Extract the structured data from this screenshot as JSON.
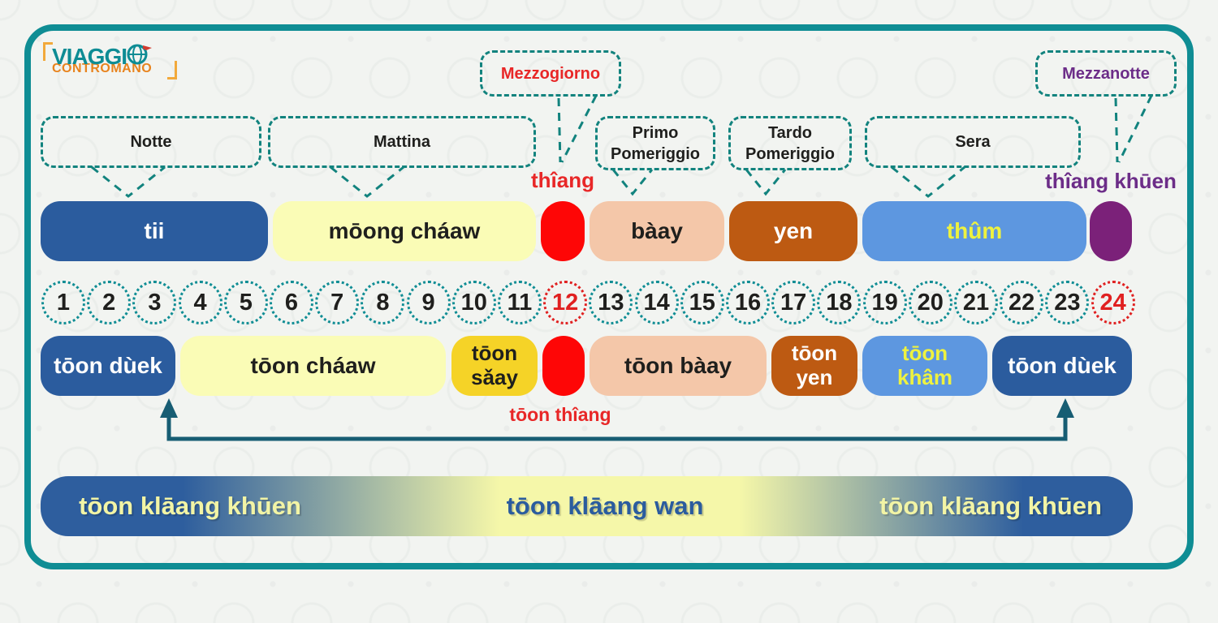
{
  "logo": {
    "top": "VIAGGI",
    "bottom": "CONTROMANO",
    "teal": "#0e8c94",
    "orange": "#e8831d"
  },
  "colors": {
    "frame_teal": "#0f8d94",
    "dash_teal": "#12837e",
    "arrow_teal": "#175d73",
    "dark_blue": "#2b5c9e",
    "pale_yellow": "#fafcb6",
    "red": "#fe0606",
    "peach": "#f4c7a9",
    "burnt_orange": "#bd5a12",
    "medium_blue": "#5d97e0",
    "bright_yellow_text": "#eef23f",
    "golden_yellow": "#f5d327",
    "purple": "#7b2179",
    "red_text": "#e82727",
    "purple_text": "#6c2d88",
    "ink": "#1f1f1d"
  },
  "italian_bubbles": [
    {
      "id": "notte",
      "text": "Notte"
    },
    {
      "id": "mattina",
      "text": "Mattina"
    },
    {
      "id": "mezzogiorno",
      "text": "Mezzogiorno",
      "color": "#e82727"
    },
    {
      "id": "primo-pomeriggio",
      "text": "Primo\nPomeriggio"
    },
    {
      "id": "tardo-pomeriggio",
      "text": "Tardo\nPomeriggio"
    },
    {
      "id": "sera",
      "text": "Sera"
    },
    {
      "id": "mezzanotte",
      "text": "Mezzanotte",
      "color": "#6c2d88"
    }
  ],
  "thai_annotations": [
    {
      "id": "thiang-noon",
      "text": "thîang",
      "color": "#e82727"
    },
    {
      "id": "thiang-khuen-midnight",
      "text": "thîang khūen",
      "color": "#6c2d88"
    },
    {
      "id": "toon-thiang-noon",
      "text": "tōon thîang",
      "color": "#e82727"
    }
  ],
  "period_row_top": [
    {
      "id": "tii",
      "text": "tii",
      "bg": "#2b5c9e",
      "fg": "#ffffff",
      "hours_span": "1-5"
    },
    {
      "id": "moong-chaaw",
      "text": "mōong cháaw",
      "bg": "#fafcb6",
      "fg": "#1f1f1d",
      "hours_span": "6-11"
    },
    {
      "id": "thiang",
      "text": "",
      "bg": "#fe0606",
      "fg": "#ffffff",
      "hours_span": "12"
    },
    {
      "id": "baay",
      "text": "bàay",
      "bg": "#f4c7a9",
      "fg": "#1f1f1d",
      "hours_span": "13-15"
    },
    {
      "id": "yen",
      "text": "yen",
      "bg": "#bd5a12",
      "fg": "#ffffff",
      "hours_span": "16-18"
    },
    {
      "id": "thum",
      "text": "thûm",
      "bg": "#5d97e0",
      "fg": "#eef23f",
      "hours_span": "19-23"
    },
    {
      "id": "thiang-khuen",
      "text": "",
      "bg": "#7b2179",
      "fg": "#ffffff",
      "hours_span": "24"
    }
  ],
  "hour_scale": {
    "values": [
      1,
      2,
      3,
      4,
      5,
      6,
      7,
      8,
      9,
      10,
      11,
      12,
      13,
      14,
      15,
      16,
      17,
      18,
      19,
      20,
      21,
      22,
      23,
      24
    ],
    "highlighted": [
      12,
      24
    ],
    "dot_color": "#0f8d94",
    "number_color": "#1f1f1d",
    "highlight_color": "#e02020"
  },
  "period_row_bottom": [
    {
      "id": "toon-duek-left",
      "text": "tōon dùek",
      "bg": "#2b5c9e",
      "fg": "#ffffff",
      "hours_span": "1-3"
    },
    {
      "id": "toon-chaaw",
      "text": "tōon cháaw",
      "bg": "#fafcb6",
      "fg": "#1f1f1d",
      "hours_span": "4-9"
    },
    {
      "id": "toon-saay",
      "text": "tōon\nsǎay",
      "bg": "#f5d327",
      "fg": "#1f1f1d",
      "hours_span": "10-11"
    },
    {
      "id": "toon-thiang",
      "text": "",
      "bg": "#fe0606",
      "fg": "#ffffff",
      "hours_span": "12"
    },
    {
      "id": "toon-baay",
      "text": "tōon bàay",
      "bg": "#f4c7a9",
      "fg": "#1f1f1d",
      "hours_span": "13-16"
    },
    {
      "id": "toon-yen",
      "text": "tōon\nyen",
      "bg": "#bd5a12",
      "fg": "#ffffff",
      "hours_span": "17-18"
    },
    {
      "id": "toon-kham",
      "text": "tōon\nkhâm",
      "bg": "#5d97e0",
      "fg": "#eef23f",
      "hours_span": "19-21"
    },
    {
      "id": "toon-duek-right",
      "text": "tōon dùek",
      "bg": "#2b5c9e",
      "fg": "#ffffff",
      "hours_span": "22-24"
    }
  ],
  "night_day_bar": {
    "segments": [
      {
        "id": "night-left",
        "text": "tōon klāang khūen",
        "fg": "#f2f4a5"
      },
      {
        "id": "day-middle",
        "text": "tōon klāang wan",
        "fg": "#2b5c9e"
      },
      {
        "id": "night-right",
        "text": "tōon klāang khūen",
        "fg": "#f2f4a5"
      }
    ],
    "blue": "#2e5e9e",
    "yellow": "#f5f7a9"
  }
}
